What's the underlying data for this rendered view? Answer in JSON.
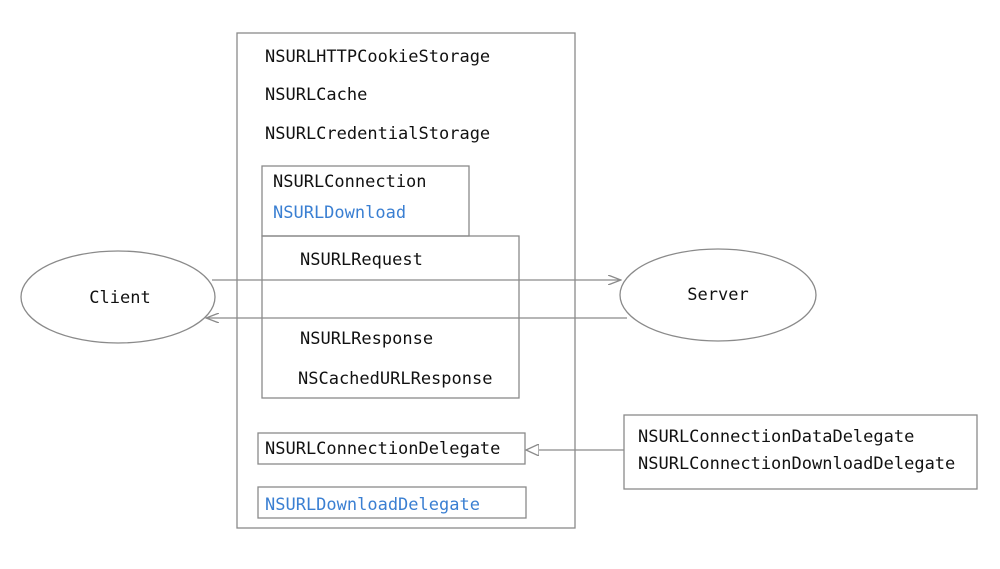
{
  "nodes": {
    "client": "Client",
    "server": "Server"
  },
  "main_box": {
    "cookie_storage": "NSURLHTTPCookieStorage",
    "cache": "NSURLCache",
    "credential_storage": "NSURLCredentialStorage"
  },
  "connection_box": {
    "connection": "NSURLConnection",
    "download": "NSURLDownload"
  },
  "request_box": {
    "request": "NSURLRequest",
    "response": "NSURLResponse",
    "cached_response": "NSCachedURLResponse"
  },
  "delegates": {
    "connection_delegate": "NSURLConnectionDelegate",
    "download_delegate": "NSURLDownloadDelegate"
  },
  "sub_delegates": {
    "data_delegate": "NSURLConnectionDataDelegate",
    "download_delegate": "NSURLConnectionDownloadDelegate"
  },
  "colors": {
    "stroke": "#8a8a8a",
    "text": "#111111",
    "highlight": "#3a7fd2"
  }
}
